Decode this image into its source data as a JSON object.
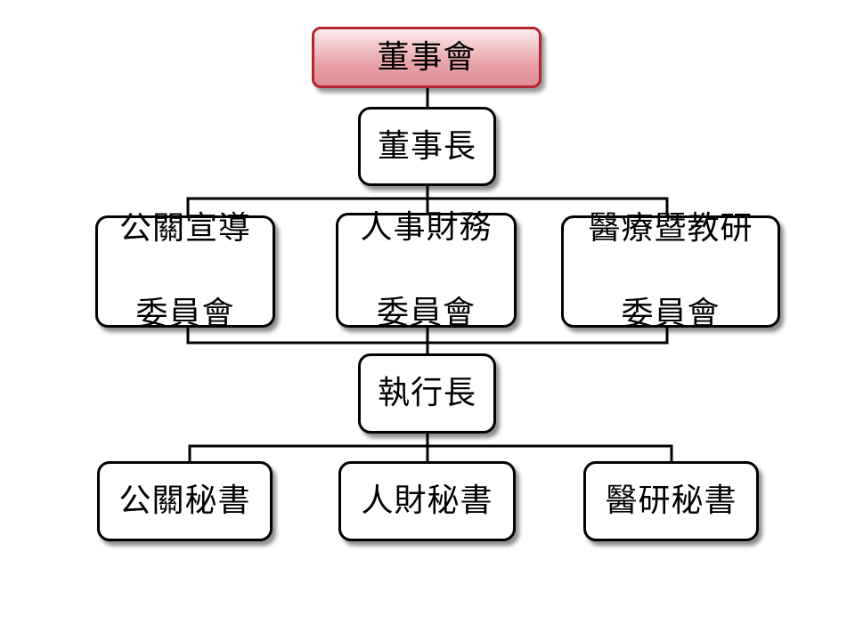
{
  "board": {
    "label": "董事會"
  },
  "chairman": {
    "label": "董事長"
  },
  "committees": [
    {
      "line1": "公關宣導",
      "line2": "委員會"
    },
    {
      "line1": "人事財務",
      "line2": "委員會"
    },
    {
      "line1": "醫療暨教研",
      "line2": "委員會"
    }
  ],
  "ceo": {
    "label": "執行長"
  },
  "secretaries": [
    {
      "label": "公關秘書"
    },
    {
      "label": "人財秘書"
    },
    {
      "label": "醫研秘書"
    }
  ],
  "colors": {
    "root_border": "#b3262e",
    "root_fill": "#e9a4a8",
    "node_border": "#000000",
    "line": "#000000"
  }
}
